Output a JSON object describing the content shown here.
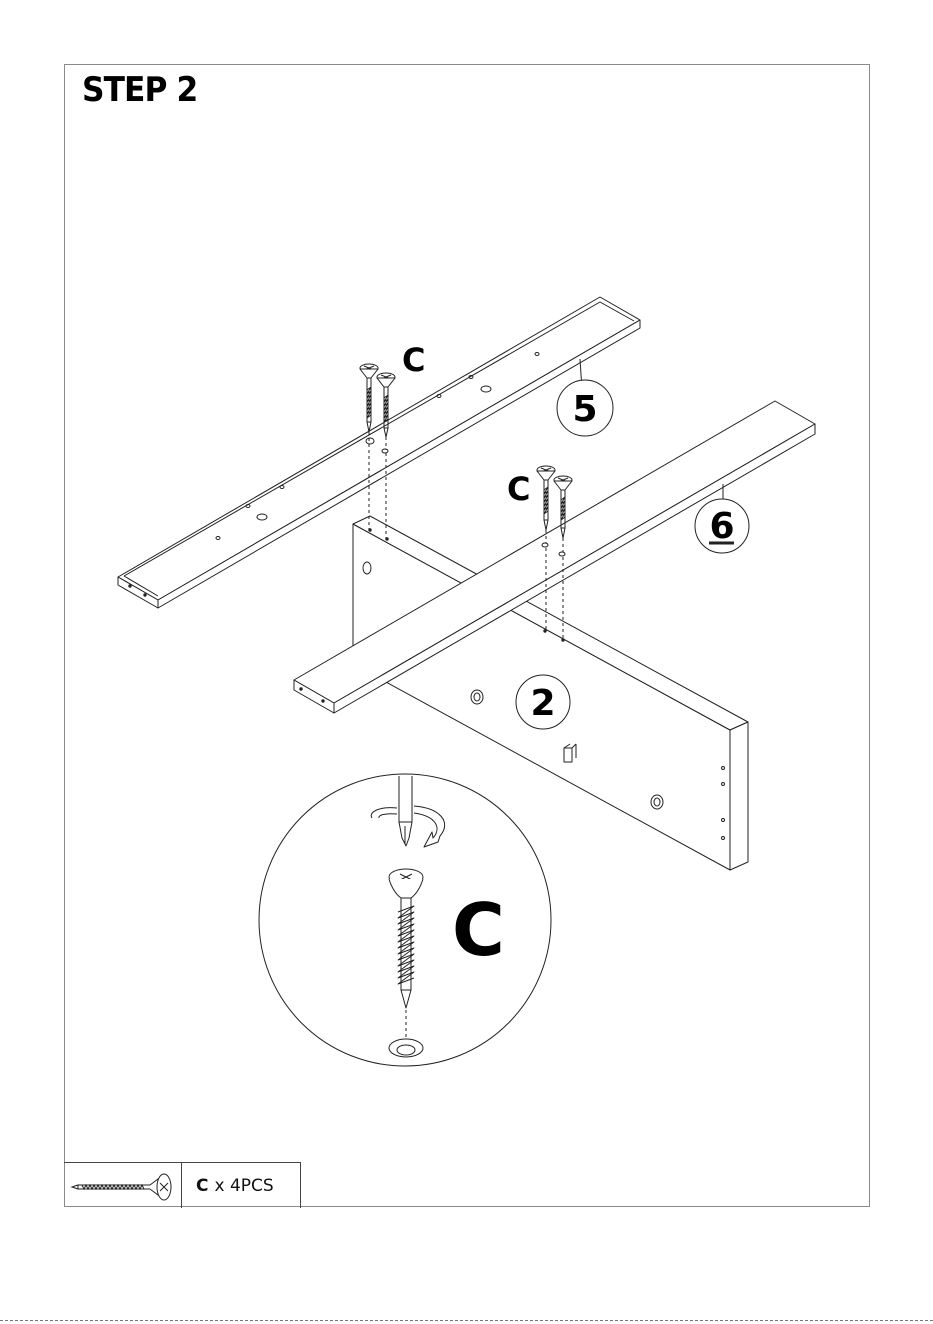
{
  "title": "STEP 2",
  "labels": {
    "screw_callout_1": "C",
    "screw_callout_2": "C",
    "panel_5": "5",
    "panel_6": "6",
    "panel_2": "2",
    "detail_letter": "C"
  },
  "parts_list": {
    "letter": "C",
    "quantity": "x 4PCS"
  },
  "icons": [
    "screw-icon",
    "screwdriver-icon",
    "rotation-arrow-icon"
  ]
}
